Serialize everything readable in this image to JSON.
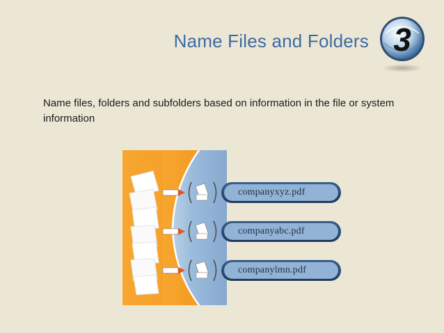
{
  "slide": {
    "title": "Name Files and Folders",
    "step_number": "3",
    "body": "Name files, folders and subfolders based on information in the file or system information"
  },
  "diagram": {
    "files": [
      "companyxyz.pdf",
      "companyabc.pdf",
      "companylmn.pdf"
    ]
  },
  "colors": {
    "title": "#3d6aa3",
    "background": "#ece7d5",
    "panel_orange": "#f6a02c",
    "panel_blue": "#8fb1d4",
    "pill": "#27476d"
  }
}
